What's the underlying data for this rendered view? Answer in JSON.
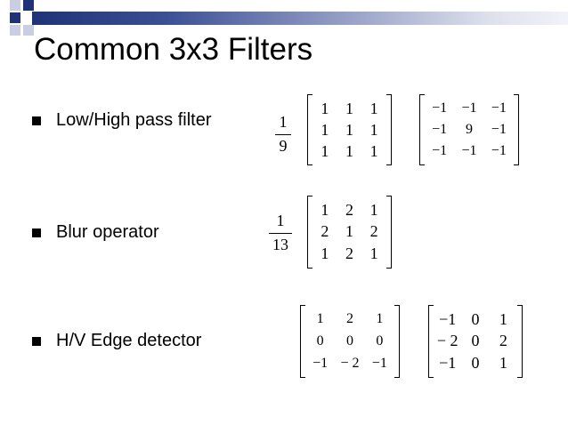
{
  "slide": {
    "title": "Common 3x3 Filters"
  },
  "bullets": [
    {
      "label": "Low/High pass filter"
    },
    {
      "label": "Blur operator"
    },
    {
      "label": "H/V Edge detector"
    }
  ],
  "low_high": {
    "factor_num": "1",
    "factor_den": "9",
    "low_pass": [
      [
        "1",
        "1",
        "1"
      ],
      [
        "1",
        "1",
        "1"
      ],
      [
        "1",
        "1",
        "1"
      ]
    ],
    "high_pass": [
      [
        "−1",
        "−1",
        "−1"
      ],
      [
        "−1",
        "9",
        "−1"
      ],
      [
        "−1",
        "−1",
        "−1"
      ]
    ]
  },
  "blur": {
    "factor_num": "1",
    "factor_den": "13",
    "kernel": [
      [
        "1",
        "2",
        "1"
      ],
      [
        "2",
        "1",
        "2"
      ],
      [
        "1",
        "2",
        "1"
      ]
    ]
  },
  "edge": {
    "horizontal": [
      [
        "1",
        "2",
        "1"
      ],
      [
        "0",
        "0",
        "0"
      ],
      [
        "−1",
        "− 2",
        "−1"
      ]
    ],
    "vertical": [
      [
        "−1",
        "0",
        "1"
      ],
      [
        "− 2",
        "0",
        "2"
      ],
      [
        "−1",
        "0",
        "1"
      ]
    ]
  },
  "colors": {
    "bar_dark": "#1f3278",
    "bar_light": "#f2f3f8",
    "square_dark": "#1f3278",
    "square_light": "#c9cee3"
  }
}
